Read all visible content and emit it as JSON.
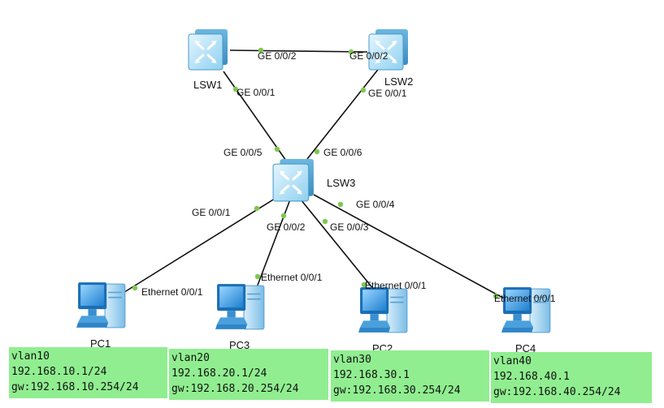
{
  "colors": {
    "link": "#111111",
    "port_dot": "#7ec850",
    "switch_body": "#a8dcf4",
    "pc_body": "#62b4e8",
    "info_bg": "#90ee90"
  },
  "devices": {
    "lsw1": {
      "name": "LSW1",
      "icon": "switch-icon"
    },
    "lsw2": {
      "name": "LSW2",
      "icon": "switch-icon"
    },
    "lsw3": {
      "name": "LSW3",
      "icon": "switch-icon"
    },
    "pc1": {
      "name": "PC1",
      "icon": "pc-icon"
    },
    "pc3": {
      "name": "PC3",
      "icon": "pc-icon"
    },
    "pc2": {
      "name": "PC2",
      "icon": "pc-icon"
    },
    "pc4": {
      "name": "PC4",
      "icon": "pc-icon"
    }
  },
  "links": [
    {
      "id": "lsw1-lsw2",
      "a_port": "GE 0/0/2",
      "b_port": "GE 0/0/2"
    },
    {
      "id": "lsw1-lsw3",
      "a_port": "GE 0/0/1",
      "b_port": "GE 0/0/5"
    },
    {
      "id": "lsw2-lsw3",
      "a_port": "GE 0/0/1",
      "b_port": "GE 0/0/6"
    },
    {
      "id": "lsw3-pc1",
      "a_port": "GE 0/0/1",
      "b_port": "Ethernet 0/0/1"
    },
    {
      "id": "lsw3-pc3",
      "a_port": "GE 0/0/2",
      "b_port": "Ethernet 0/0/1"
    },
    {
      "id": "lsw3-pc2",
      "a_port": "GE 0/0/3",
      "b_port": "Ethernet 0/0/1"
    },
    {
      "id": "lsw3-pc4",
      "a_port": "GE 0/0/4",
      "b_port": "Ethernet 0/0/1"
    }
  ],
  "notes": {
    "pc1": {
      "vlan": "vlan10",
      "ip": "192.168.10.1/24",
      "gw": "gw:192.168.10.254/24"
    },
    "pc3": {
      "vlan": "vlan20",
      "ip": "192.168.20.1/24",
      "gw": "gw:192.168.20.254/24"
    },
    "pc2": {
      "vlan": "vlan30",
      "ip": "192.168.30.1",
      "gw": "gw:192.168.30.254/24"
    },
    "pc4": {
      "vlan": "vlan40",
      "ip": "192.168.40.1",
      "gw": "gw:192.168.40.254/24"
    }
  }
}
